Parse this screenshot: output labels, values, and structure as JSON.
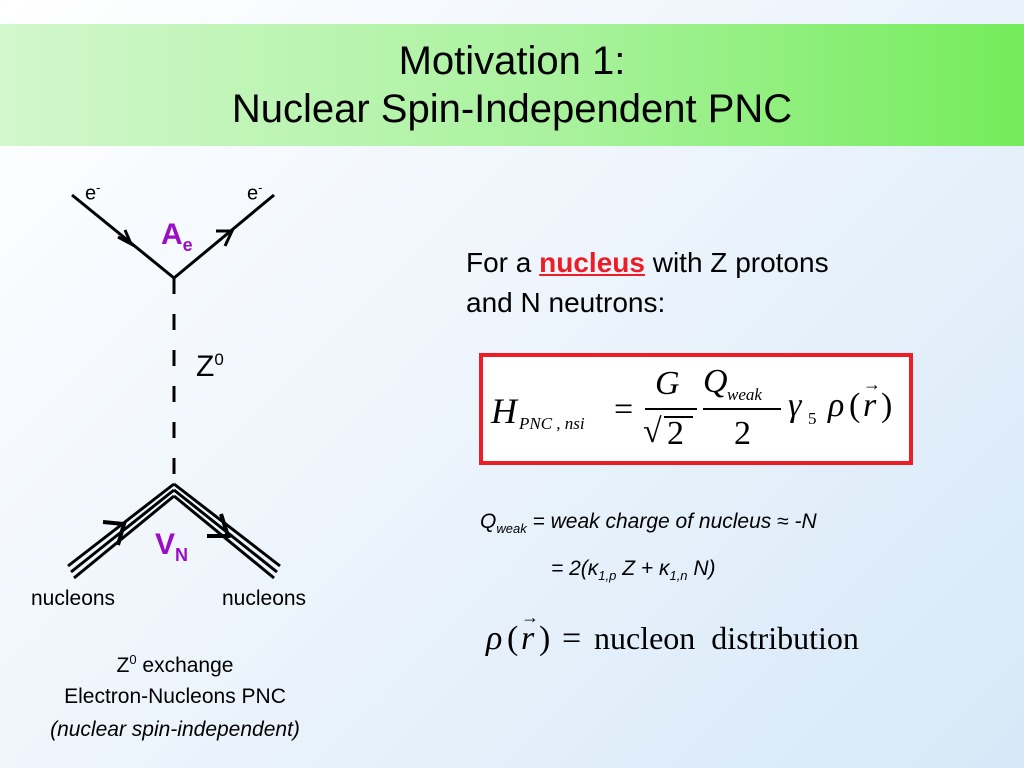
{
  "title": {
    "line1": "Motivation 1:",
    "line2": "Nuclear Spin-Independent PNC"
  },
  "diagram": {
    "electron_in": "e",
    "electron_out": "e",
    "electron_charge": "-",
    "vertex_top_main": "A",
    "vertex_top_sub": "e",
    "boson_main": "Z",
    "boson_sup": "0",
    "vertex_bottom_main": "V",
    "vertex_bottom_sub": "N",
    "nucleons_left": "nucleons",
    "nucleons_right": "nucleons",
    "colors": {
      "vertex_label": "#9a0fc4",
      "line": "#000000"
    }
  },
  "caption": {
    "line1_main": "Z",
    "line1_sup": "0",
    "line1_rest": " exchange",
    "line2": "Electron-Nucleons PNC",
    "line3": "(nuclear spin-independent)"
  },
  "intro": {
    "pre": "For a ",
    "highlight": "nucleus",
    "post": " with Z protons",
    "line2": "and N neutrons:",
    "highlight_color": "#ee1c25"
  },
  "equation": {
    "H": "H",
    "H_sub": "PNC , nsi",
    "equals": "=",
    "num1": "G",
    "den1_root": "√",
    "den1": "2",
    "num2": "Q",
    "num2_sub": "weak",
    "den2": "2",
    "gamma": "γ",
    "gamma_sub": "5",
    "rho": "ρ",
    "arg_open": "(",
    "arg_r": "r",
    "arg_arrow": "→",
    "arg_close": ")",
    "box_color": "#ee1c25"
  },
  "qweak": {
    "line1_Q": "Q",
    "line1_sub": "weak",
    "line1_rest": " = weak charge of nucleus ",
    "line1_approx": "≈",
    "line1_end": " -N",
    "line2_a": "= 2(",
    "kappa": "κ",
    "kp_sub": "1,p",
    "line2_b": " Z + ",
    "kn_sub": "1,n",
    "line2_c": " N)"
  },
  "rho_eq": {
    "rho": "ρ",
    "open": "(",
    "r": "r",
    "arrow": "→",
    "close": ")",
    "equals": "=",
    "rhs": "nucleon  distribution"
  }
}
